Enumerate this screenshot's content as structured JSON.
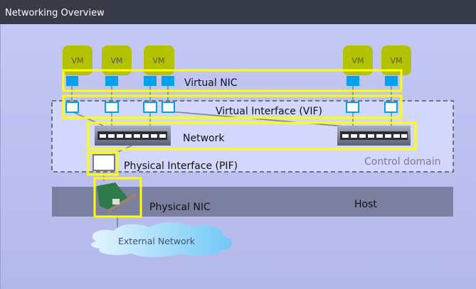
{
  "window": {
    "title": "Networking Overview"
  },
  "diagram": {
    "vm_label": "VM",
    "labels": {
      "virtual_nic": "Virtual NIC",
      "vif": "Virtual Interface (VIF)",
      "network": "Network",
      "pif": "Physical Interface (PIF)",
      "control_domain": "Control domain",
      "physical_nic": "Physical NIC",
      "host": "Host",
      "external_network": "External Network"
    },
    "colors": {
      "vm": "#b3c300",
      "vnic": "#00a2f0",
      "highlight": "#ffff00",
      "host": "#7b7fa0"
    }
  }
}
